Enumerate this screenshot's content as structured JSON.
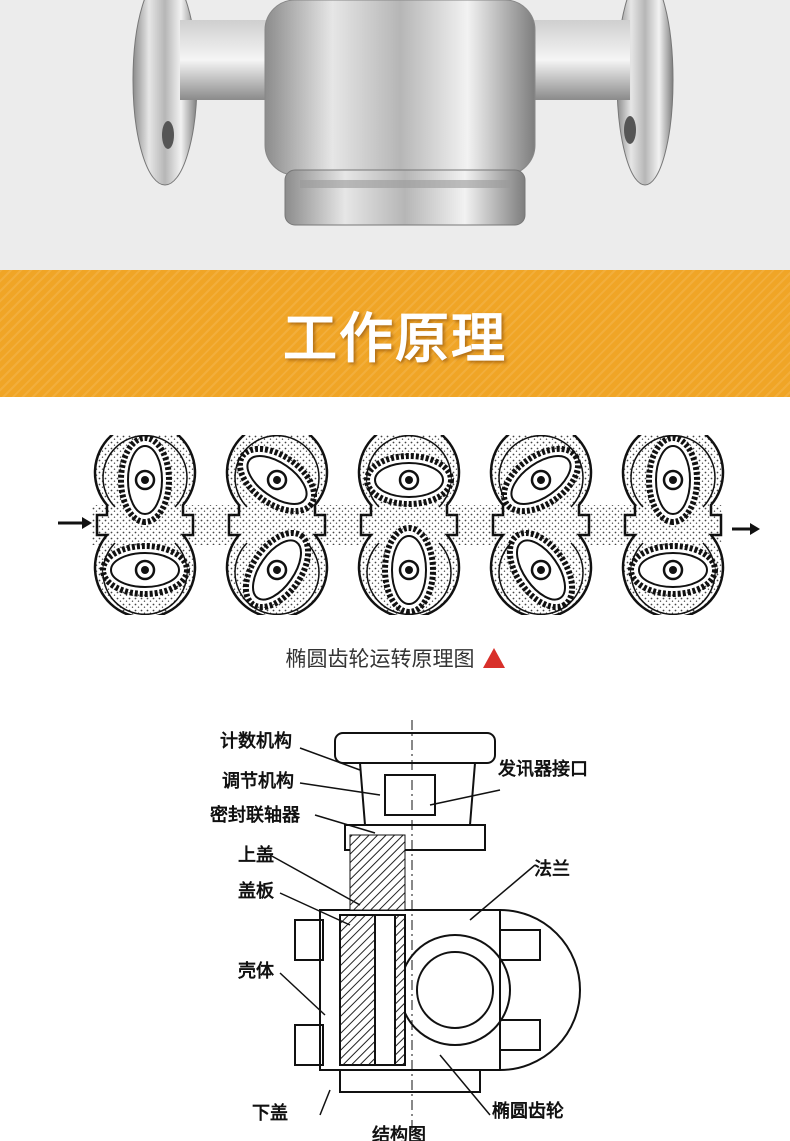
{
  "banner": {
    "title": "工作原理"
  },
  "gear_diagram": {
    "caption": "椭圆齿轮运转原理图"
  },
  "structure_diagram": {
    "labels": {
      "counter": "计数机构",
      "adjust": "调节机构",
      "seal_coupling": "密封联轴器",
      "top_cover": "上盖",
      "cover_plate": "盖板",
      "housing": "壳体",
      "bottom_cover": "下盖",
      "signal_port": "发讯器接口",
      "flange": "法兰",
      "oval_gear": "椭圆齿轮"
    },
    "caption": "结构图"
  },
  "colors": {
    "banner": "#f0a526",
    "triangle": "#d8302a"
  }
}
